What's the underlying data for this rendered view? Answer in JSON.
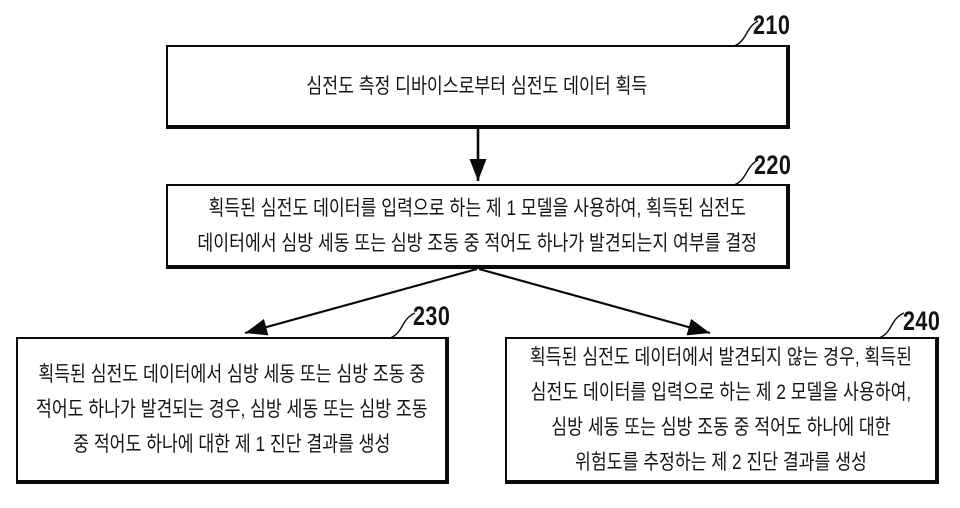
{
  "figure": {
    "background_color": "#ffffff",
    "line_color": "#0a0a0a",
    "type": "flowchart"
  },
  "nodes": [
    {
      "ref_label": "210",
      "text": "심전도 측정 디바이스로부터 심전도 데이터 획득"
    },
    {
      "ref_label": "220",
      "text": "획득된 심전도 데이터를 입력으로 하는 제 1 모델을 사용하여, 획득된 심전도\n데이터에서 심방 세동 또는 심방 조동 중 적어도 하나가 발견되는지 여부를 결정"
    },
    {
      "ref_label": "230",
      "text": "획득된 심전도 데이터에서 심방 세동 또는 심방 조동 중\n적어도 하나가 발견되는 경우, 심방 세동 또는 심방 조동\n중 적어도 하나에 대한 제 1 진단 결과를 생성"
    },
    {
      "ref_label": "240",
      "text": "획득된 심전도 데이터에서 발견되지 않는 경우, 획득된\n심전도 데이터를 입력으로 하는 제 2 모델을 사용하여,\n심방 세동 또는 심방 조동 중 적어도 하나에 대한\n위험도를 추정하는 제 2 진단 결과를 생성"
    }
  ],
  "edges": [
    {
      "from": "210",
      "to": "220",
      "style": "vertical-arrow"
    },
    {
      "from": "220",
      "to": "230",
      "style": "diagonal-arrow"
    },
    {
      "from": "220",
      "to": "240",
      "style": "diagonal-arrow"
    }
  ]
}
